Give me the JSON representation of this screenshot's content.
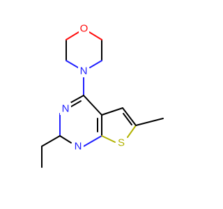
{
  "molecule": {
    "atoms": {
      "O": "O",
      "N_morpholine": "N",
      "N3": "N",
      "N1": "N",
      "S": "S"
    },
    "colors": {
      "carbon": "#000000",
      "nitrogen": "#2020ff",
      "oxygen": "#ff0d0d",
      "sulfur": "#b2b200"
    }
  }
}
